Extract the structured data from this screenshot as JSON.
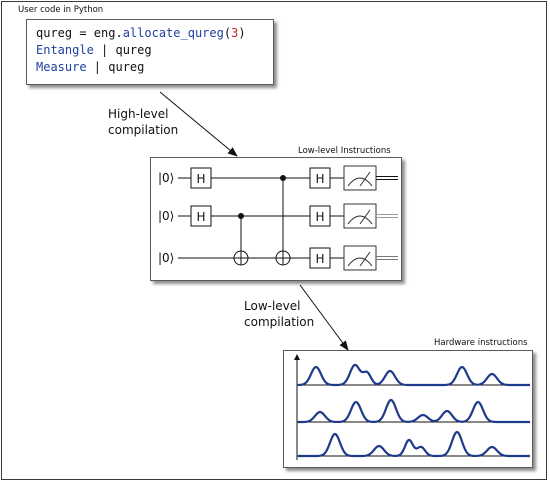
{
  "python_box": {
    "caption": "User code in Python",
    "lines": [
      {
        "a": "qureg = eng.",
        "b": "allocate_qureg",
        "c": "(",
        "d": "3",
        "e": ")"
      },
      {
        "a": "Entangle",
        "b": " | qureg"
      },
      {
        "a": "Measure",
        "b": " | qureg"
      }
    ]
  },
  "high_level_label": [
    "High-level",
    "compilation"
  ],
  "low_level_label": [
    "Low-level",
    "compilation"
  ],
  "circuit_box": {
    "caption": "Low-level Instructions",
    "qubits": [
      "|0⟩",
      "|0⟩",
      "|0⟩"
    ],
    "gate_label": "H"
  },
  "hardware_box": {
    "caption": "Hardware instructions"
  },
  "colors": {
    "code_keyword": "#1f3fa0",
    "code_number": "#c0281e",
    "pulse": "#1e3a8a"
  }
}
